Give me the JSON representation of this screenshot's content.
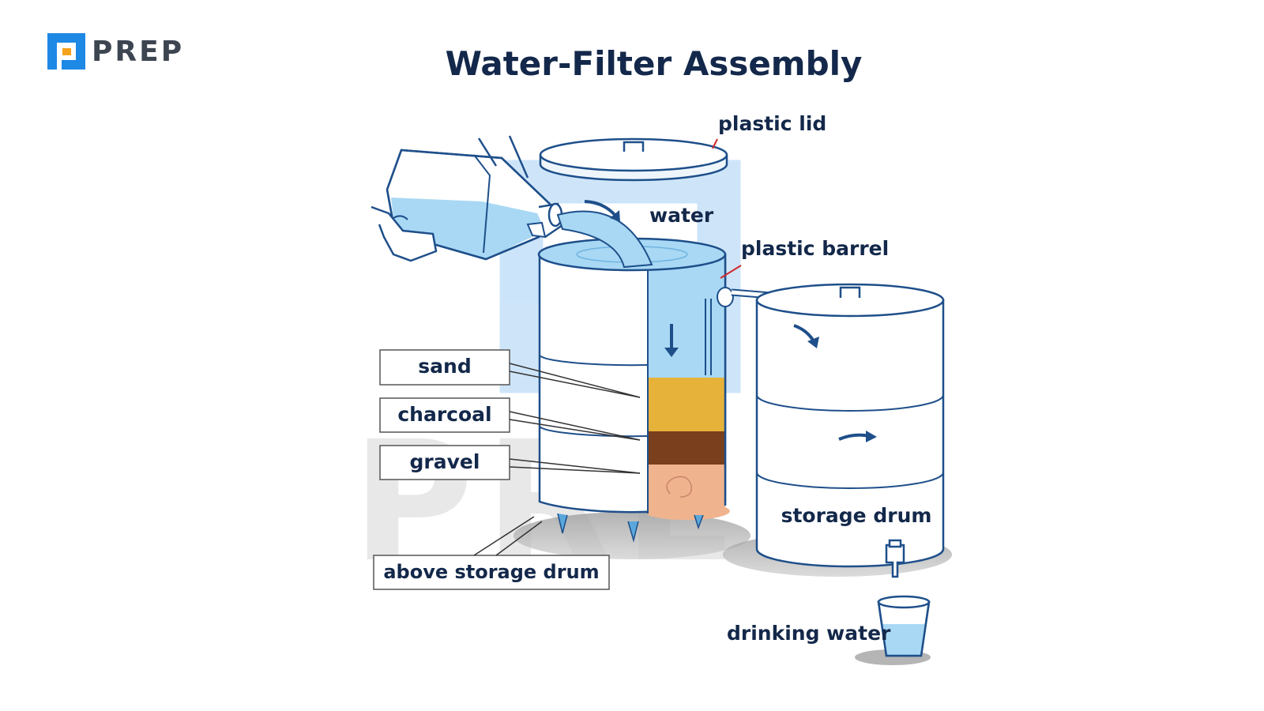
{
  "logo": {
    "text": "PREP"
  },
  "title": "Water-Filter Assembly",
  "watermark": "PREP",
  "labels": {
    "plastic_lid": "plastic lid",
    "water": "water",
    "plastic_barrel": "plastic barrel",
    "sand": "sand",
    "charcoal": "charcoal",
    "gravel": "gravel",
    "above_storage_drum": "above storage drum",
    "storage_drum": "storage drum",
    "drinking_water": "drinking water"
  },
  "colors": {
    "outline": "#1e4f8a",
    "water": "#a8d8f4",
    "sand": "#e6b23a",
    "charcoal": "#7a3f1c",
    "gravel": "#efb38e",
    "title": "#13284a",
    "logo_blue": "#1e88e5",
    "logo_orange": "#f7a21b"
  }
}
